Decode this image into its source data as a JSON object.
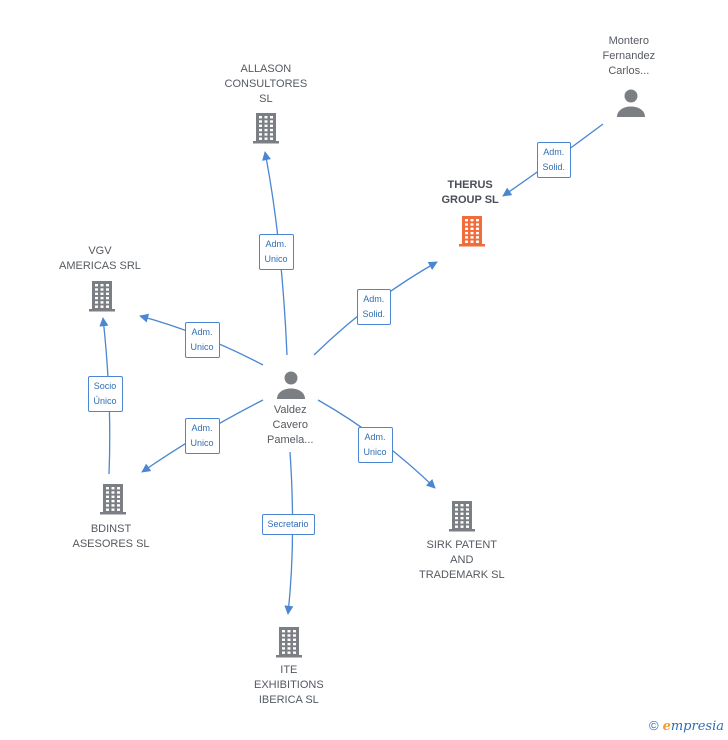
{
  "colors": {
    "edge": "#4a86d2",
    "node": "#7b7f84",
    "highlight": "#f26b3a"
  },
  "nodes": [
    {
      "id": "allason",
      "type": "company",
      "label": "ALLASON\nCONSULTORES\nSL"
    },
    {
      "id": "therus",
      "type": "company",
      "label": "THERUS\nGROUP  SL",
      "highlight": true
    },
    {
      "id": "vgv",
      "type": "company",
      "label": "VGV\nAMERICAS SRL"
    },
    {
      "id": "bdinst",
      "type": "company",
      "label": "BDINST\nASESORES  SL"
    },
    {
      "id": "sirk",
      "type": "company",
      "label": "SIRK PATENT\nAND\nTRADEMARK  SL"
    },
    {
      "id": "ite",
      "type": "company",
      "label": "ITE\nEXHIBITIONS\nIBERICA SL"
    },
    {
      "id": "valdez",
      "type": "person",
      "label": "Valdez\nCavero\nPamela..."
    },
    {
      "id": "montero",
      "type": "person",
      "label": "Montero\nFernandez\nCarlos..."
    }
  ],
  "edges": [
    {
      "id": "e-allason",
      "from": "valdez",
      "to": "allason",
      "label": "Adm.\nUnico"
    },
    {
      "id": "e-therus",
      "from": "valdez",
      "to": "therus",
      "label": "Adm.\nSolid."
    },
    {
      "id": "e-vgv",
      "from": "valdez",
      "to": "vgv",
      "label": "Adm.\nUnico"
    },
    {
      "id": "e-bdinst",
      "from": "valdez",
      "to": "bdinst",
      "label": "Adm.\nUnico"
    },
    {
      "id": "e-sirk",
      "from": "valdez",
      "to": "sirk",
      "label": "Adm.\nUnico"
    },
    {
      "id": "e-ite",
      "from": "valdez",
      "to": "ite",
      "label": "Secretario"
    },
    {
      "id": "e-vgv-bdinst",
      "from": "bdinst",
      "to": "vgv",
      "label": "Socio\nÚnico"
    },
    {
      "id": "e-montero-therus",
      "from": "montero",
      "to": "therus",
      "label": "Adm.\nSolid."
    }
  ],
  "footer": {
    "copyright": "©",
    "brand_e": "e",
    "brand_rest": "mpresia"
  }
}
